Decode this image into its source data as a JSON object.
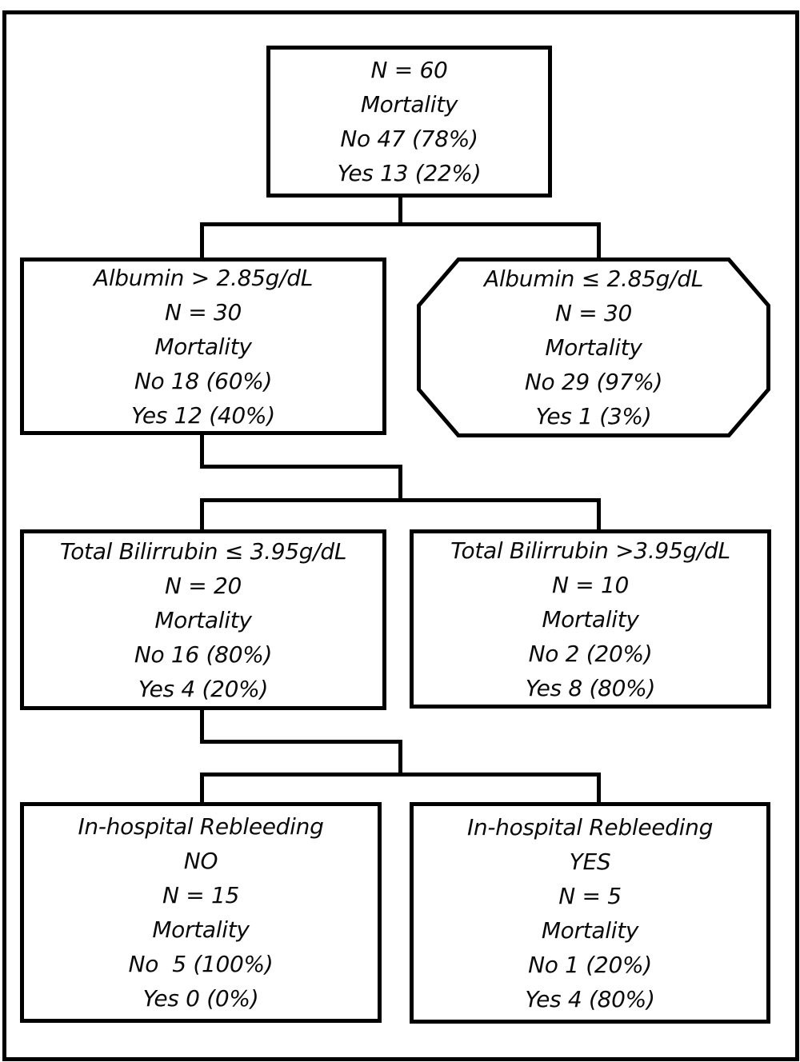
{
  "diagram": {
    "title": "Mortality decision-tree flowchart",
    "colors": {
      "line": "#000000",
      "background": "#ffffff",
      "text": "#0a0a0a"
    },
    "nodes": {
      "root": {
        "shape": "rectangle",
        "lines": [
          "N = 60",
          "Mortality",
          "No 47 (78%)",
          "Yes 13 (22%)"
        ]
      },
      "albumin_high": {
        "shape": "rectangle",
        "lines": [
          "Albumin > 2.85g/dL",
          "N = 30",
          "Mortality",
          "No 18 (60%)",
          "Yes 12 (40%)"
        ]
      },
      "albumin_low": {
        "shape": "octagon",
        "lines": [
          "Albumin ≤ 2.85g/dL",
          "N = 30",
          "Mortality",
          "No 29 (97%)",
          "Yes 1 (3%)"
        ]
      },
      "bilirubin_low": {
        "shape": "rectangle",
        "lines": [
          "Total Bilirrubin ≤ 3.95g/dL",
          "N = 20",
          "Mortality",
          "No 16 (80%)",
          "Yes 4 (20%)"
        ]
      },
      "bilirubin_high": {
        "shape": "rectangle",
        "lines": [
          "Total Bilirrubin >3.95g/dL",
          "N = 10",
          "Mortality",
          "No 2 (20%)",
          "Yes 8 (80%)"
        ]
      },
      "rebleeding_no": {
        "shape": "rectangle",
        "lines": [
          "In-hospital Rebleeding",
          "NO",
          "N = 15",
          "Mortality",
          "No  5 (100%)",
          "Yes 0 (0%)"
        ]
      },
      "rebleeding_yes": {
        "shape": "rectangle",
        "lines": [
          "In-hospital Rebleeding",
          "YES",
          "N = 5",
          "Mortality",
          "No 1 (20%)",
          "Yes 4 (80%)"
        ]
      }
    }
  }
}
